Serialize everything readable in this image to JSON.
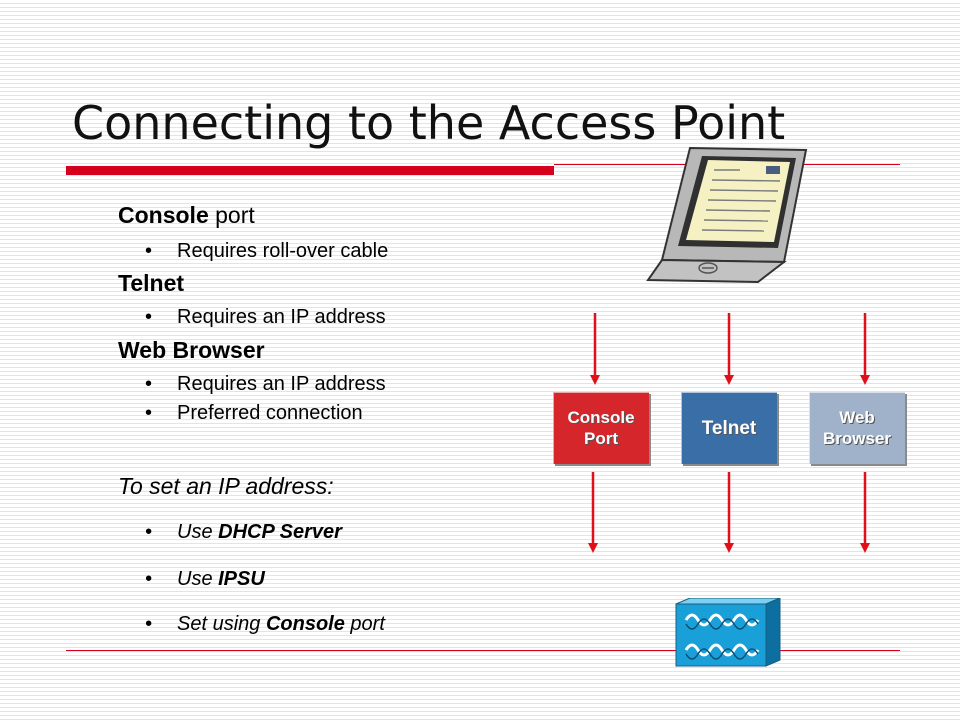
{
  "slide": {
    "title": "Connecting to the Access Point",
    "items": {
      "console_heading_bold": "Console",
      "console_heading_rest": " port",
      "console_bullet": "Requires roll-over cable",
      "telnet_heading": "Telnet",
      "telnet_bullet": "Requires an IP address",
      "web_heading": "Web Browser",
      "web_bullet1": "Requires an IP address",
      "web_bullet2": "Preferred connection"
    },
    "ip_section": {
      "heading": "To set an IP address:",
      "b1_pre": "Use ",
      "b1_bold": "DHCP Server",
      "b2_pre": "Use ",
      "b2_bold": "IPSU",
      "b3_pre": "Set using ",
      "b3_bold": "Console",
      "b3_post": " port"
    },
    "bullet_char": "•"
  },
  "diagram": {
    "console_line1": "Console",
    "console_line2": "Port",
    "telnet_label": "Telnet",
    "web_line1": "Web",
    "web_line2": "Browser"
  },
  "colors": {
    "accent_red": "#d4001e",
    "arrow_red": "#e0101a",
    "console_box": "#d4262b",
    "telnet_box": "#3a6ea7",
    "web_box": "#9fb2c9",
    "device_blue": "#1aa0d8"
  },
  "icons": [
    "laptop-icon",
    "access-point-icon"
  ]
}
